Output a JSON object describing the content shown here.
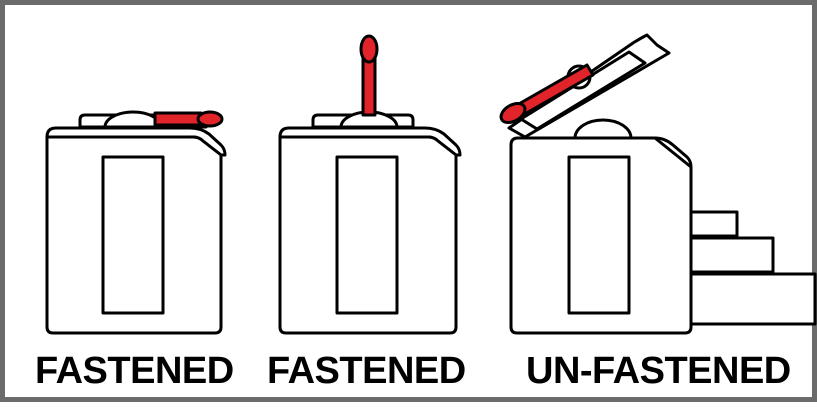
{
  "panels": [
    {
      "label": "FASTENED",
      "latch_state": "flat"
    },
    {
      "label": "FASTENED",
      "latch_state": "upright"
    },
    {
      "label": "UN-FASTENED",
      "latch_state": "open"
    }
  ],
  "colors": {
    "latch": "#e0242a",
    "outline": "#000000",
    "frame": "#6b6b6b",
    "background": "#ffffff"
  }
}
